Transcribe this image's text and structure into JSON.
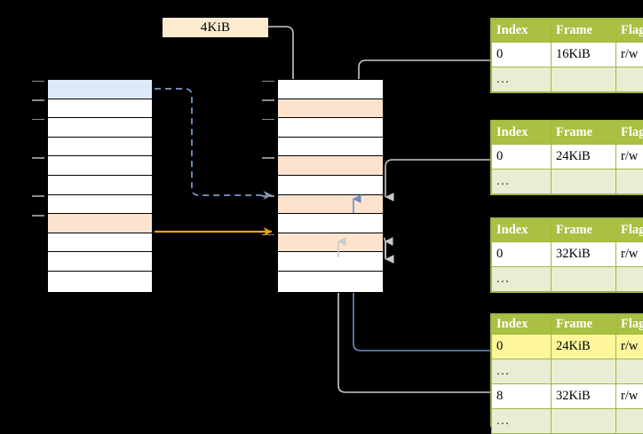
{
  "diagram": {
    "title_label": "4KiB",
    "virtual_memory": {
      "name": "virtual-address-space",
      "row_count": 11,
      "highlight_rows": [
        {
          "index": 0,
          "color": "#dce9f9",
          "kind": "blue"
        },
        {
          "index": 7,
          "color": "#fde3cd",
          "kind": "peach"
        }
      ],
      "tick_rows": [
        0,
        1,
        2,
        4,
        6,
        7
      ]
    },
    "physical_memory": {
      "name": "physical-address-space",
      "row_count": 11,
      "highlight_rows": [
        {
          "index": 1,
          "color": "#fde3cd",
          "kind": "peach"
        },
        {
          "index": 4,
          "color": "#fde3cd",
          "kind": "peach"
        },
        {
          "index": 6,
          "color": "#fde3cd",
          "kind": "peach"
        },
        {
          "index": 8,
          "color": "#fde3cd",
          "kind": "peach"
        }
      ],
      "tick_rows": [
        0,
        1,
        2,
        4,
        6,
        8
      ]
    },
    "page_tables": [
      {
        "name": "page-table-1",
        "headers": [
          "Index",
          "Frame",
          "Flags"
        ],
        "rows": [
          {
            "cells": [
              "0",
              "16KiB",
              "r/w"
            ],
            "style": "normal",
            "highlight": []
          },
          {
            "cells": [
              "...",
              "",
              ""
            ],
            "style": "dots",
            "highlight": []
          }
        ]
      },
      {
        "name": "page-table-2",
        "headers": [
          "Index",
          "Frame",
          "Flags"
        ],
        "rows": [
          {
            "cells": [
              "0",
              "24KiB",
              "r/w"
            ],
            "style": "normal",
            "highlight": []
          },
          {
            "cells": [
              "...",
              "",
              ""
            ],
            "style": "dots",
            "highlight": []
          }
        ]
      },
      {
        "name": "page-table-3",
        "headers": [
          "Index",
          "Frame",
          "Flags"
        ],
        "rows": [
          {
            "cells": [
              "0",
              "32KiB",
              "r/w"
            ],
            "style": "normal",
            "highlight": []
          },
          {
            "cells": [
              "...",
              "",
              ""
            ],
            "style": "dots",
            "highlight": []
          }
        ]
      },
      {
        "name": "page-table-4",
        "headers": [
          "Index",
          "Frame",
          "Flags"
        ],
        "rows": [
          {
            "cells": [
              "0",
              "24KiB",
              "r/w"
            ],
            "style": "normal",
            "highlight": [
              0,
              1,
              2
            ]
          },
          {
            "cells": [
              "...",
              "",
              ""
            ],
            "style": "dots",
            "highlight": []
          },
          {
            "cells": [
              "8",
              "32KiB",
              "r/w"
            ],
            "style": "normal",
            "highlight": []
          },
          {
            "cells": [
              "...",
              "",
              ""
            ],
            "style": "dots",
            "highlight": []
          }
        ]
      }
    ],
    "colors": {
      "background": "#000000",
      "header_green": "#a9c043",
      "dots_row": "#e8eed4",
      "peach": "#fde3cd",
      "blue_row": "#dce9f9",
      "label_box": "#fdebd0",
      "highlight_yellow": "#fdf69b",
      "orange_arrow": "#e8a400",
      "blue_arrow": "#6a8ec4",
      "gray_arrow": "#b9b9b9",
      "table_border": "#9fb93f"
    }
  }
}
